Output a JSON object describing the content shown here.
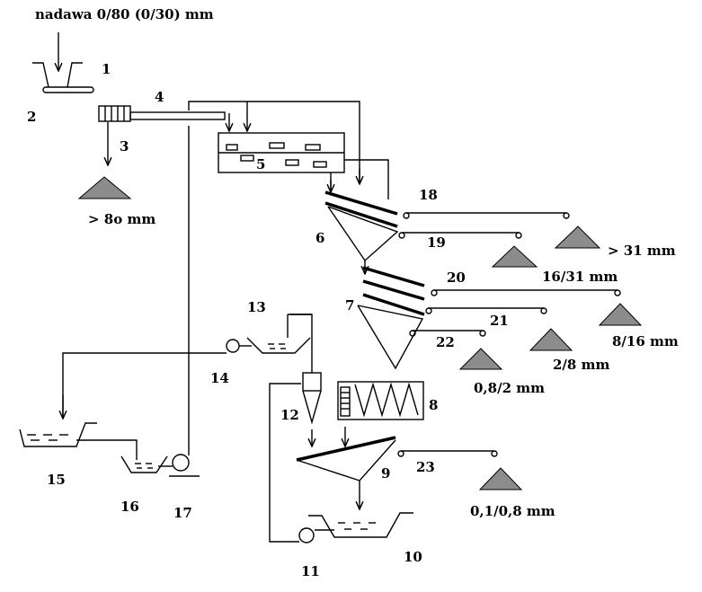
{
  "header": {
    "feed_label": "nadawa 0/80 (0/30) mm"
  },
  "numbers": [
    "1",
    "2",
    "3",
    "4",
    "5",
    "6",
    "7",
    "8",
    "9",
    "10",
    "11",
    "12",
    "13",
    "14",
    "15",
    "16",
    "17",
    "18",
    "19",
    "20",
    "21",
    "22",
    "23"
  ],
  "products": {
    "p_over80": "> 8o mm",
    "p_over31": "> 31 mm",
    "p_16_31": "16/31 mm",
    "p_8_16": "8/16 mm",
    "p_2_8": "2/8 mm",
    "p_08_2": "0,8/2 mm",
    "p_01_08": "0,1/0,8 mm"
  },
  "colors": {
    "pile": "#8c8c8c",
    "line": "#000000",
    "background": "#ffffff"
  }
}
